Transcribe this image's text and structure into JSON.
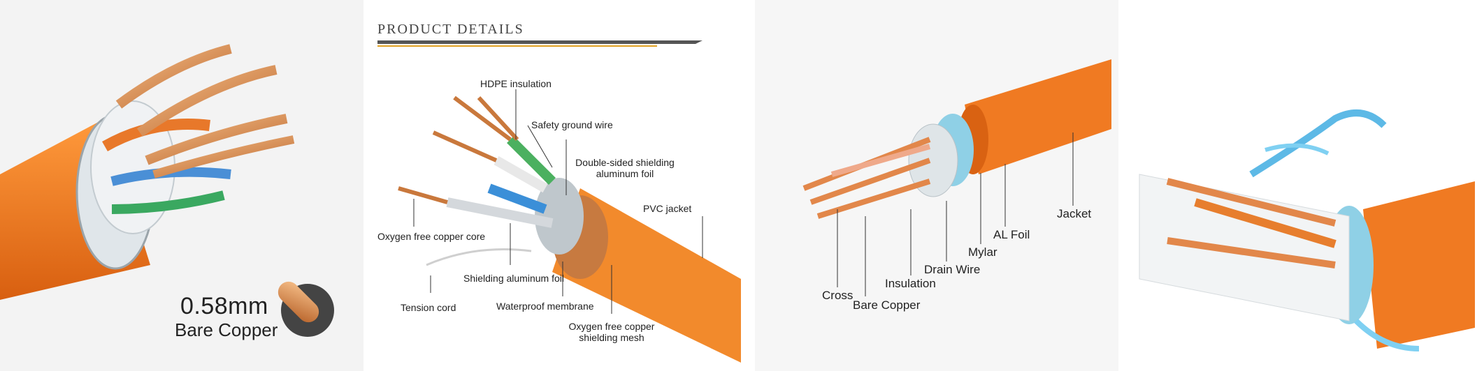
{
  "panel1": {
    "size": "0.58mm",
    "material": "Bare Copper"
  },
  "panel2": {
    "title": "PRODUCT DETAILS",
    "labels": {
      "hdpe": "HDPE insulation",
      "ground": "Safety ground wire",
      "foil_1": "Double-sided shielding",
      "foil_2": "aluminum foil",
      "pvc": "PVC jacket",
      "core": "Oxygen free copper core",
      "shield_foil": "Shielding aluminum foil",
      "tension": "Tension cord",
      "waterproof": "Waterproof membrane",
      "mesh_1": "Oxygen free copper",
      "mesh_2": "shielding mesh"
    }
  },
  "panel3": {
    "labels": {
      "jacket": "Jacket",
      "al_foil": "AL Foil",
      "mylar": "Mylar",
      "drain": "Drain Wire",
      "insulation": "Insulation",
      "cross": "Cross",
      "bare_copper": "Bare Copper"
    }
  },
  "colors": {
    "jacket_orange": "#f07a22",
    "copper": "#d7854a",
    "foil": "#cfd8dc",
    "blue_foil": "#8fd0e6"
  }
}
